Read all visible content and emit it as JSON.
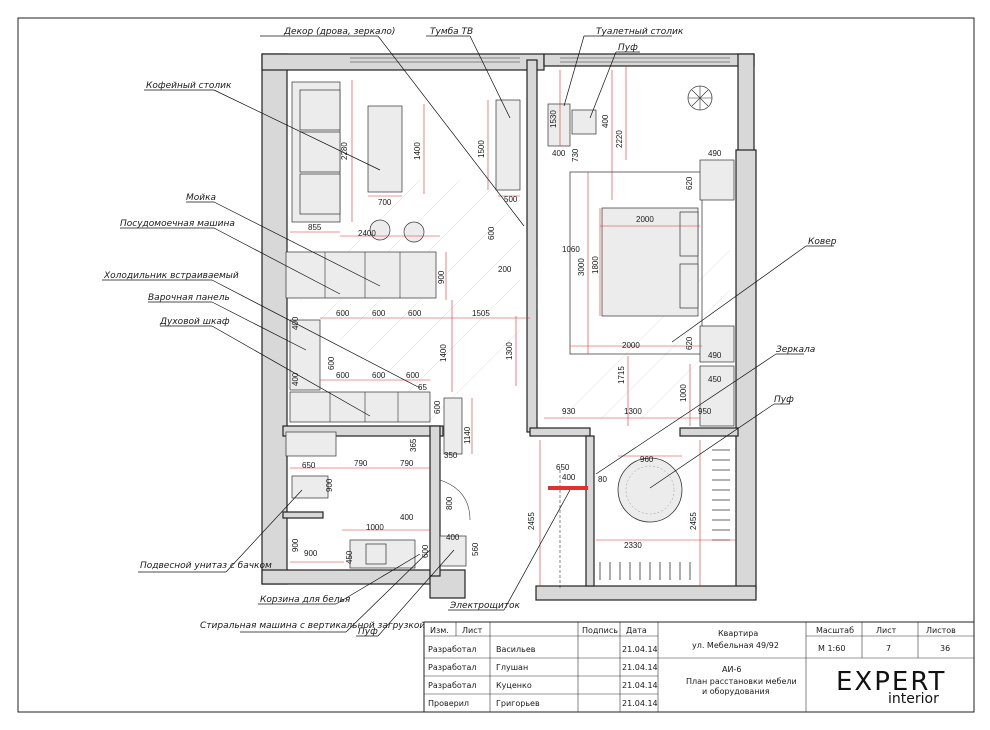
{
  "labels": {
    "decor": "Декор (дрова, зеркало)",
    "tv_stand": "Тумба ТВ",
    "dressing_table": "Туалетный столик",
    "pouf_top": "Пуф",
    "coffee_table": "Кофейный столик",
    "sink": "Мойка",
    "dishwasher": "Посудомоечная машина",
    "fridge": "Холодильник встраиваемый",
    "hob": "Варочная панель",
    "oven": "Духовой шкаф",
    "carpet": "Ковер",
    "mirrors": "Зеркала",
    "pouf_right": "Пуф",
    "toilet": "Подвесной унитаз с бачком",
    "laundry_basket": "Корзина для белья",
    "washer": "Стиральная машина с вертикальной загрузкой",
    "pouf_bottom": "Пуф",
    "electric_panel": "Электрощиток"
  },
  "dimensions": {
    "d2280": "2280",
    "d1400a": "1400",
    "d700": "700",
    "d855": "855",
    "d2400": "2400",
    "d1500": "1500",
    "d500": "500",
    "d600a": "600",
    "d200": "200",
    "d900a": "900",
    "d600b": "600",
    "d600c": "600",
    "d600d": "600",
    "d1505": "1505",
    "d400a": "400",
    "d600e": "600",
    "d1400b": "1400",
    "d1300a": "1300",
    "d400b": "400",
    "d600f": "600",
    "d600g": "600",
    "d600h": "600",
    "d65": "65",
    "d600i": "600",
    "d1140": "1140",
    "d365": "365",
    "d350": "350",
    "d650a": "650",
    "d790a": "790",
    "d790b": "790",
    "d900b": "900",
    "d1000a": "1000",
    "d400c": "400",
    "d900c": "900",
    "d900d": "900",
    "d450": "450",
    "d600j": "600",
    "d400d": "400",
    "d560": "560",
    "d800": "800",
    "d2455a": "2455",
    "d1530": "1530",
    "d400e": "400",
    "d730": "730",
    "d400f": "400",
    "d2220": "2220",
    "d490a": "490",
    "d620a": "620",
    "d2000a": "2000",
    "d1060": "1060",
    "d3000": "3000",
    "d1800": "1800",
    "d2000b": "2000",
    "d620b": "620",
    "d490b": "490",
    "d1715": "1715",
    "d450b": "450",
    "d1000b": "1000",
    "d930": "930",
    "d1300b": "1300",
    "d950": "950",
    "d650b": "650",
    "d400g": "400",
    "d80": "80",
    "d960": "960",
    "d2455b": "2455",
    "d2330": "2330"
  },
  "title_block": {
    "h_izm": "Изм.",
    "h_list": "Лист",
    "h_sign": "Подпись",
    "h_date": "Дата",
    "rows": [
      {
        "role": "Разработал",
        "name": "Васильев",
        "date": "21.04.14"
      },
      {
        "role": "Разработал",
        "name": "Глушан",
        "date": "21.04.14"
      },
      {
        "role": "Разработал",
        "name": "Куценко",
        "date": "21.04.14"
      },
      {
        "role": "Проверил",
        "name": "Григорьев",
        "date": "21.04.14"
      }
    ],
    "project_1": "Квартира",
    "project_2": "ул. Мебельная 49/92",
    "doc_code": "АИ-6",
    "doc_title_1": "План расстановки мебели",
    "doc_title_2": "и оборудования",
    "h_scale": "Масштаб",
    "h_sheet": "Лист",
    "h_sheets": "Листов",
    "scale": "М 1:60",
    "sheet": "7",
    "sheets": "36",
    "logo_main": "EXPERT",
    "logo_sub": "interior"
  },
  "colors": {
    "dimension": "#e03030",
    "wall": "#d8d8d8",
    "ink": "#1a1a1a"
  }
}
